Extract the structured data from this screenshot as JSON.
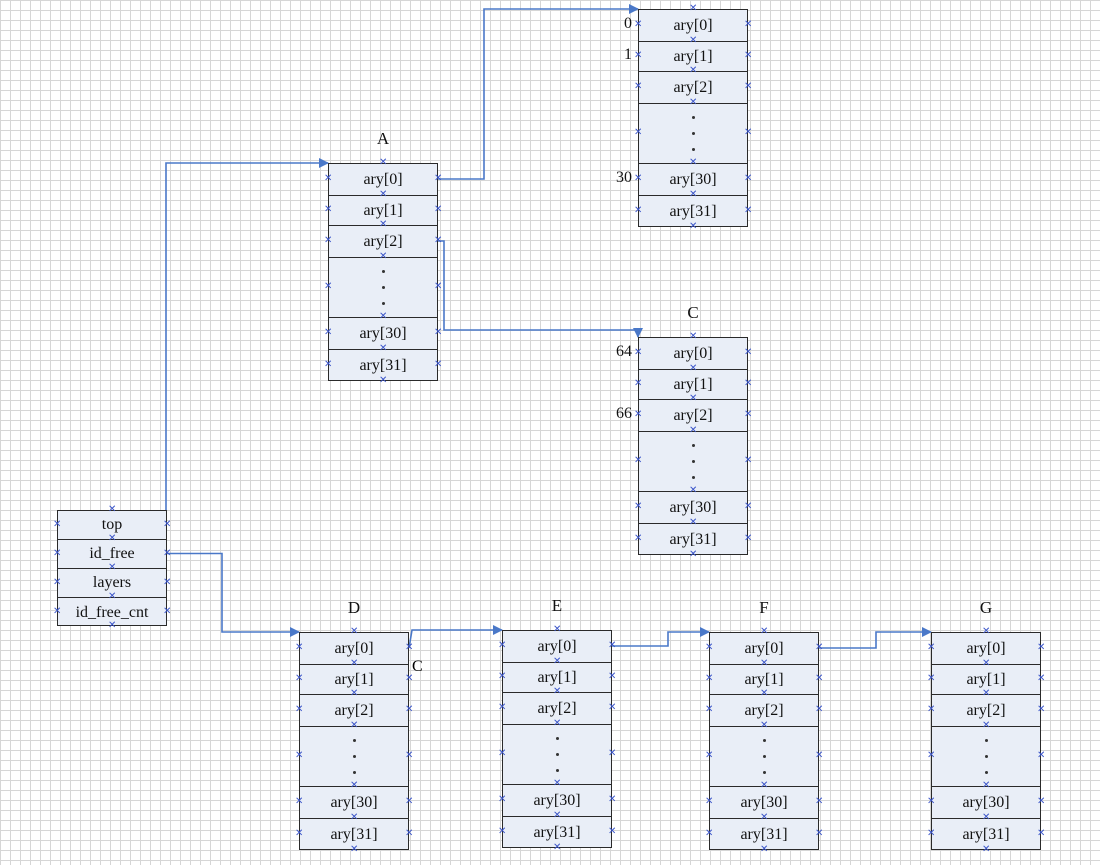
{
  "colors": {
    "box_fill": "#e9eef7",
    "box_border": "#2a2a2a",
    "connector": "#4a78c8",
    "connection_point_mark": "#3b55c9",
    "grid": "#d6d6d6"
  },
  "struct": {
    "fields": [
      "top",
      "id_free",
      "layers",
      "id_free_cnt"
    ]
  },
  "arrays": [
    {
      "id": "A",
      "title": "A",
      "cells": [
        "ary[0]",
        "ary[1]",
        "ary[2]",
        "",
        "ary[30]",
        "ary[31]"
      ],
      "indices": {}
    },
    {
      "id": "B",
      "title": "B",
      "cells": [
        "ary[0]",
        "ary[1]",
        "ary[2]",
        "",
        "ary[30]",
        "ary[31]"
      ],
      "indices": {
        "0": "0",
        "1": "1",
        "4": "30"
      }
    },
    {
      "id": "C",
      "title": "C",
      "cells": [
        "ary[0]",
        "ary[1]",
        "ary[2]",
        "",
        "ary[30]",
        "ary[31]"
      ],
      "indices": {
        "0": "64",
        "2": "66"
      }
    },
    {
      "id": "D",
      "title": "D",
      "cells": [
        "ary[0]",
        "ary[1]",
        "ary[2]",
        "",
        "ary[30]",
        "ary[31]"
      ],
      "indices": {}
    },
    {
      "id": "E",
      "title": "E",
      "cells": [
        "ary[0]",
        "ary[1]",
        "ary[2]",
        "",
        "ary[30]",
        "ary[31]"
      ],
      "indices": {}
    },
    {
      "id": "F",
      "title": "F",
      "cells": [
        "ary[0]",
        "ary[1]",
        "ary[2]",
        "",
        "ary[30]",
        "ary[31]"
      ],
      "indices": {}
    },
    {
      "id": "G",
      "title": "G",
      "cells": [
        "ary[0]",
        "ary[1]",
        "ary[2]",
        "",
        "ary[30]",
        "ary[31]"
      ],
      "indices": {}
    }
  ],
  "stray_label": "C",
  "connections": [
    {
      "from": "struct.top",
      "to": "A"
    },
    {
      "from": "A.ary[0]",
      "to": "B"
    },
    {
      "from": "A.ary[2]",
      "to": "C"
    },
    {
      "from": "struct.id_free",
      "to": "D"
    },
    {
      "from": "D.ary[0]",
      "to": "E"
    },
    {
      "from": "E.ary[0]",
      "to": "F"
    },
    {
      "from": "F.ary[0]",
      "to": "G"
    }
  ]
}
